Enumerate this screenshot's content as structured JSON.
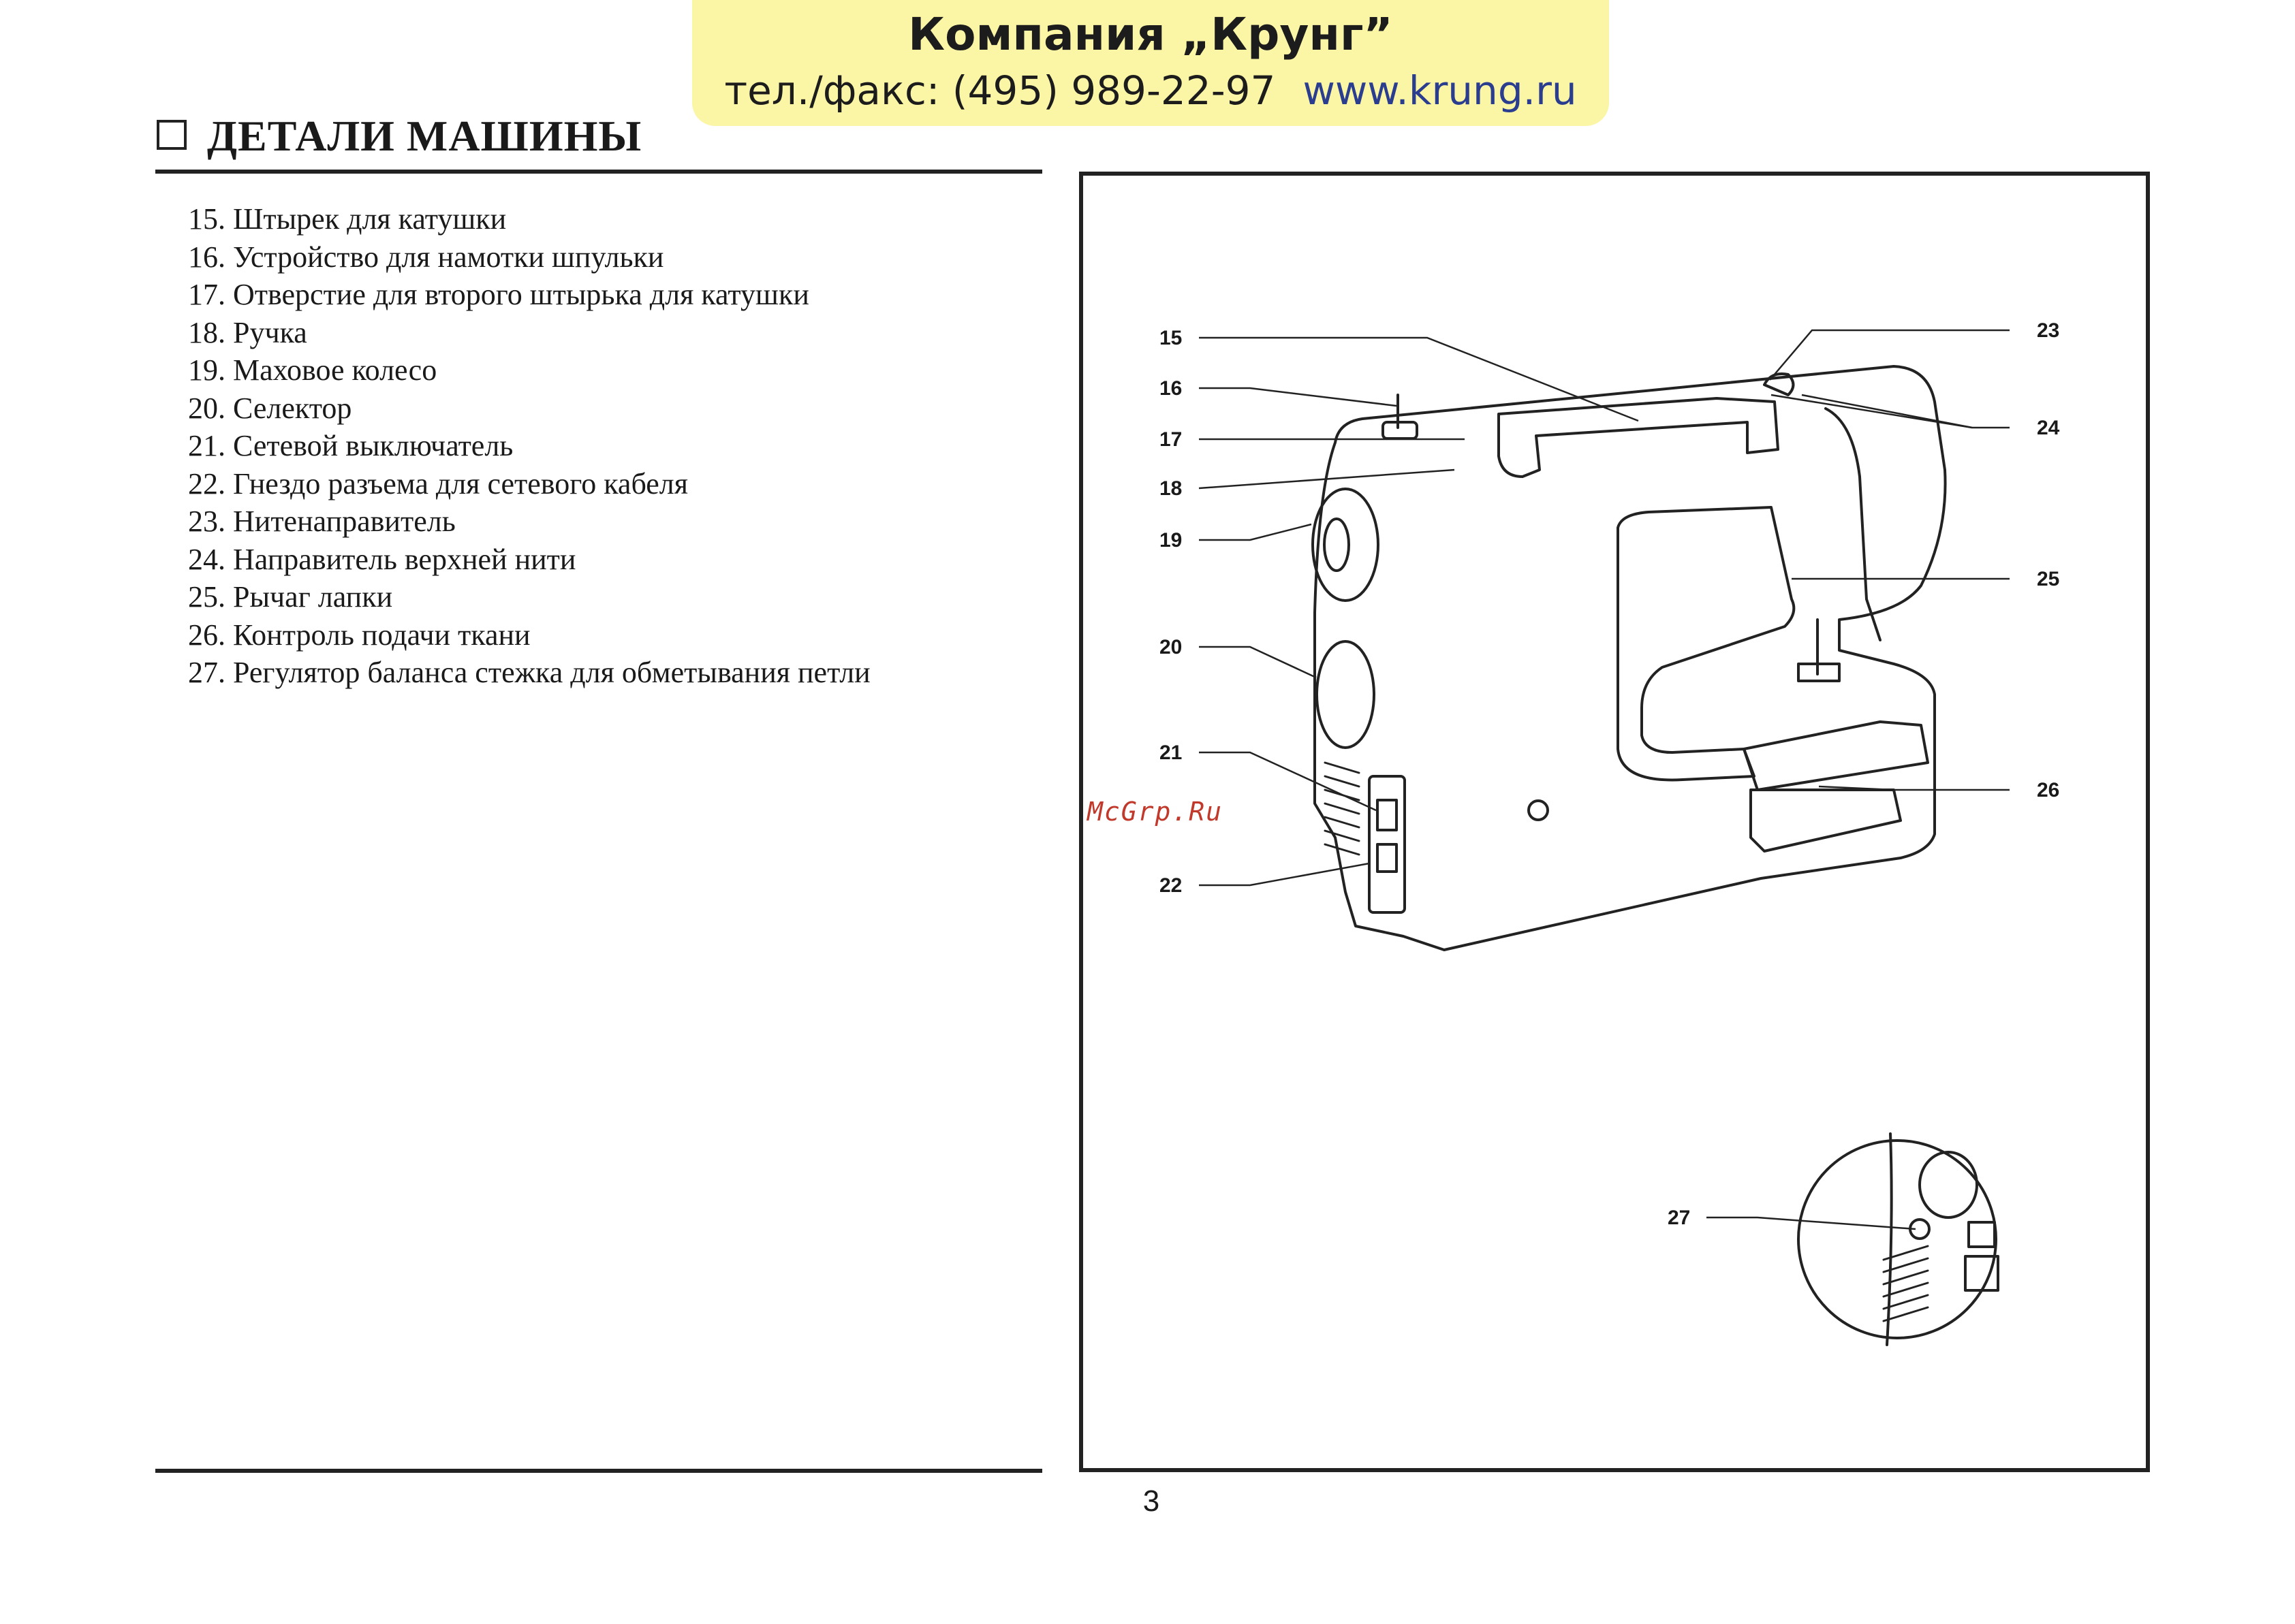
{
  "banner": {
    "company": "Компания „Крунг”",
    "phone": "тел./факс: (495) 989-22-97",
    "url": "www.krung.ru"
  },
  "section": {
    "title": "ДЕТАЛИ МАШИНЫ"
  },
  "parts": [
    "15. Штырек для катушки",
    "16. Устройство для намотки шпульки",
    "17. Отверстие для второго штырька для катушки",
    "18. Ручка",
    "19. Маховое колесо",
    "20. Селектор",
    "21. Сетевой выключатель",
    "22. Гнездо разъема для сетевого кабеля",
    "23. Нитенаправитель",
    "24. Направитель верхней нити",
    "25. Рычаг лапки",
    "26. Контроль подачи ткани",
    "27. Регулятор баланса стежка для обметывания петли"
  ],
  "figure": {
    "callouts": [
      "15",
      "16",
      "17",
      "18",
      "19",
      "20",
      "21",
      "22",
      "23",
      "24",
      "25",
      "26",
      "27"
    ]
  },
  "watermark": "McGrp.Ru",
  "page_number": "3"
}
